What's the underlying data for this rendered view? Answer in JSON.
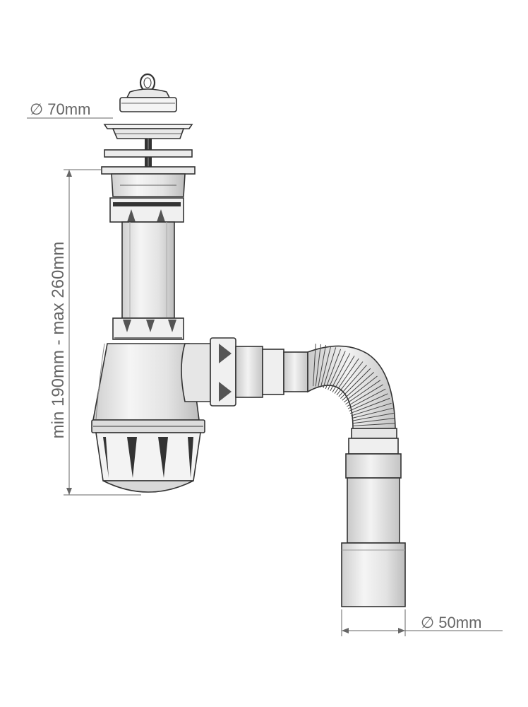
{
  "diameter_symbol": "∅",
  "labels": {
    "top_diameter": "70mm",
    "height_range": "min 190mm - max 260mm",
    "outlet_diameter": "50mm"
  },
  "colors": {
    "line": "#333333",
    "fill_light": "#f2f2f2",
    "fill_mid": "#d9d9d9",
    "dimension_text": "#666666"
  }
}
